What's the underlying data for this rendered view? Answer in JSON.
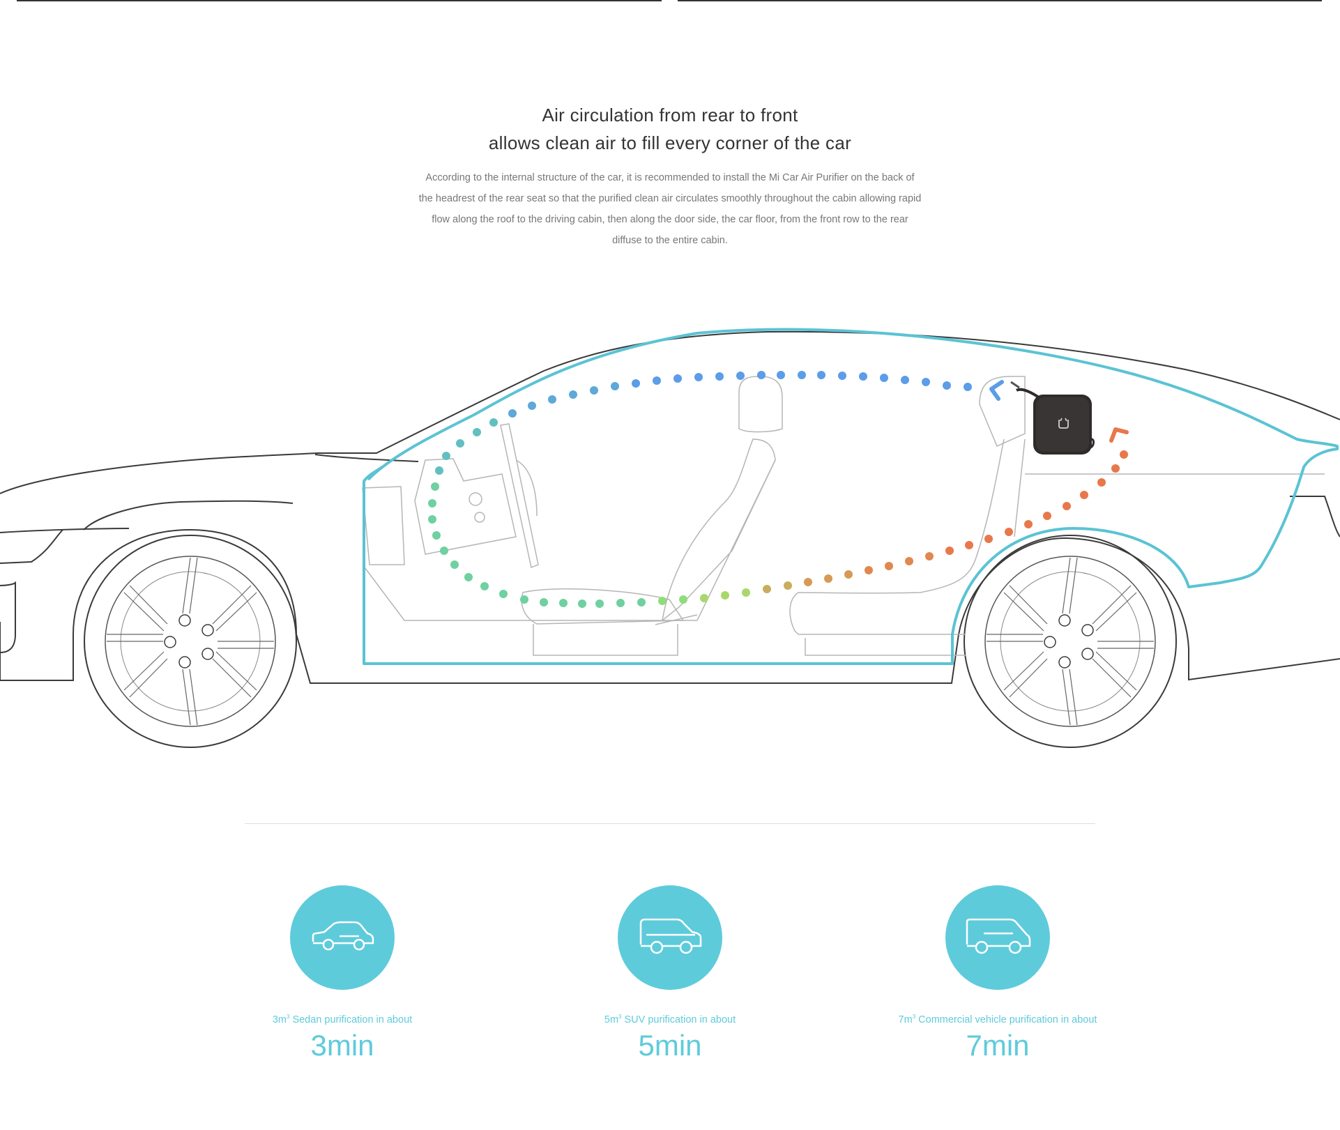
{
  "header": {
    "title_line1": "Air circulation from rear to front",
    "title_line2": "allows clean air to fill every corner of the car",
    "description": "According to the internal structure of the car, it is recommended to install the Mi Car Air Purifier on the back of the headrest of the rear seat so that the purified clean air circulates smoothly throughout the cabin allowing rapid flow along the roof to the driving cabin, then along the door side, the car floor, from the front row to the rear diffuse to the entire cabin."
  },
  "colors": {
    "accent": "#5ecbdb",
    "cabin_outline": "#5bc3d4",
    "airflow_start": "#e8784b",
    "airflow_mid": "#a8d86a",
    "airflow_green": "#6fd0a0",
    "airflow_end": "#5b9de8",
    "purifier": "#2f2b2b"
  },
  "icons": {
    "purifier": "mi-logo-icon",
    "sedan": "sedan-icon",
    "suv": "suv-icon",
    "van": "van-icon"
  },
  "stats": [
    {
      "volume": "3m",
      "exp": "3",
      "label": " Sedan purification in about",
      "time": "3min"
    },
    {
      "volume": "5m",
      "exp": "3",
      "label": " SUV purification in about",
      "time": "5min"
    },
    {
      "volume": "7m",
      "exp": "3",
      "label": " Commercial vehicle purification in about",
      "time": "7min"
    }
  ]
}
